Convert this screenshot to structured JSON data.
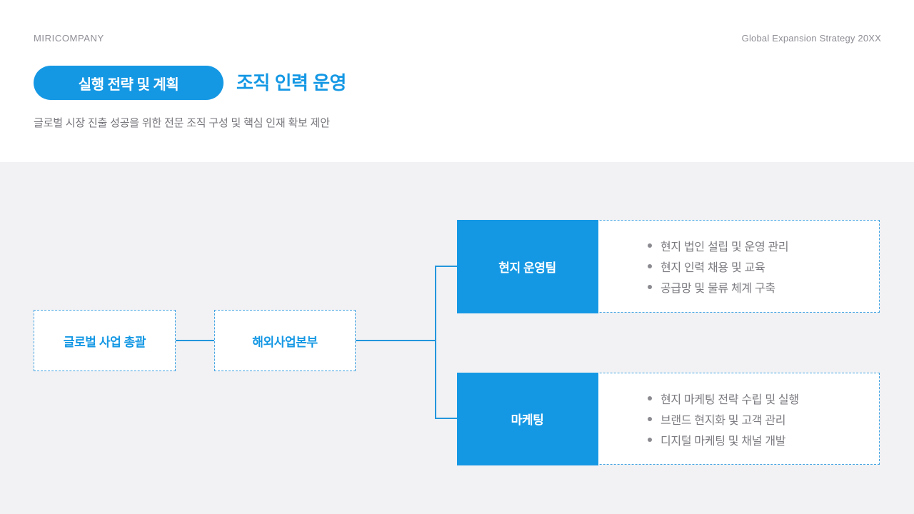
{
  "header": {
    "company": "MIRICOMPANY",
    "deck_title": "Global Expansion Strategy 20XX",
    "badge": "실행 전략 및 계획",
    "title": "조직 인력 운영",
    "subtitle": "글로벌 시장 진출 성공을 위한 전문 조직 구성 및 핵심 인재 확보 제안"
  },
  "org_chart": {
    "root": "글로벌 사업 총괄",
    "division": "해외사업본부",
    "teams": [
      {
        "name": "현지 운영팀",
        "duties": [
          "현지 법인 설립 및 운영 관리",
          "현지 인력 채용 및 교육",
          "공급망 및 물류 체계 구축"
        ]
      },
      {
        "name": "마케팅",
        "duties": [
          "현지 마케팅 전략 수립 및 실행",
          "브랜드 현지화 및 고객 관리",
          "디지털 마케팅 및 채널 개발"
        ]
      }
    ]
  },
  "colors": {
    "primary_blue": "#1598e4",
    "connector_blue": "#2496dc",
    "dashed_border_blue": "#42a3e2",
    "body_background": "#f2f2f4",
    "header_background": "#ffffff",
    "muted_text": "#8d8d95",
    "body_text": "#7b7b81"
  }
}
